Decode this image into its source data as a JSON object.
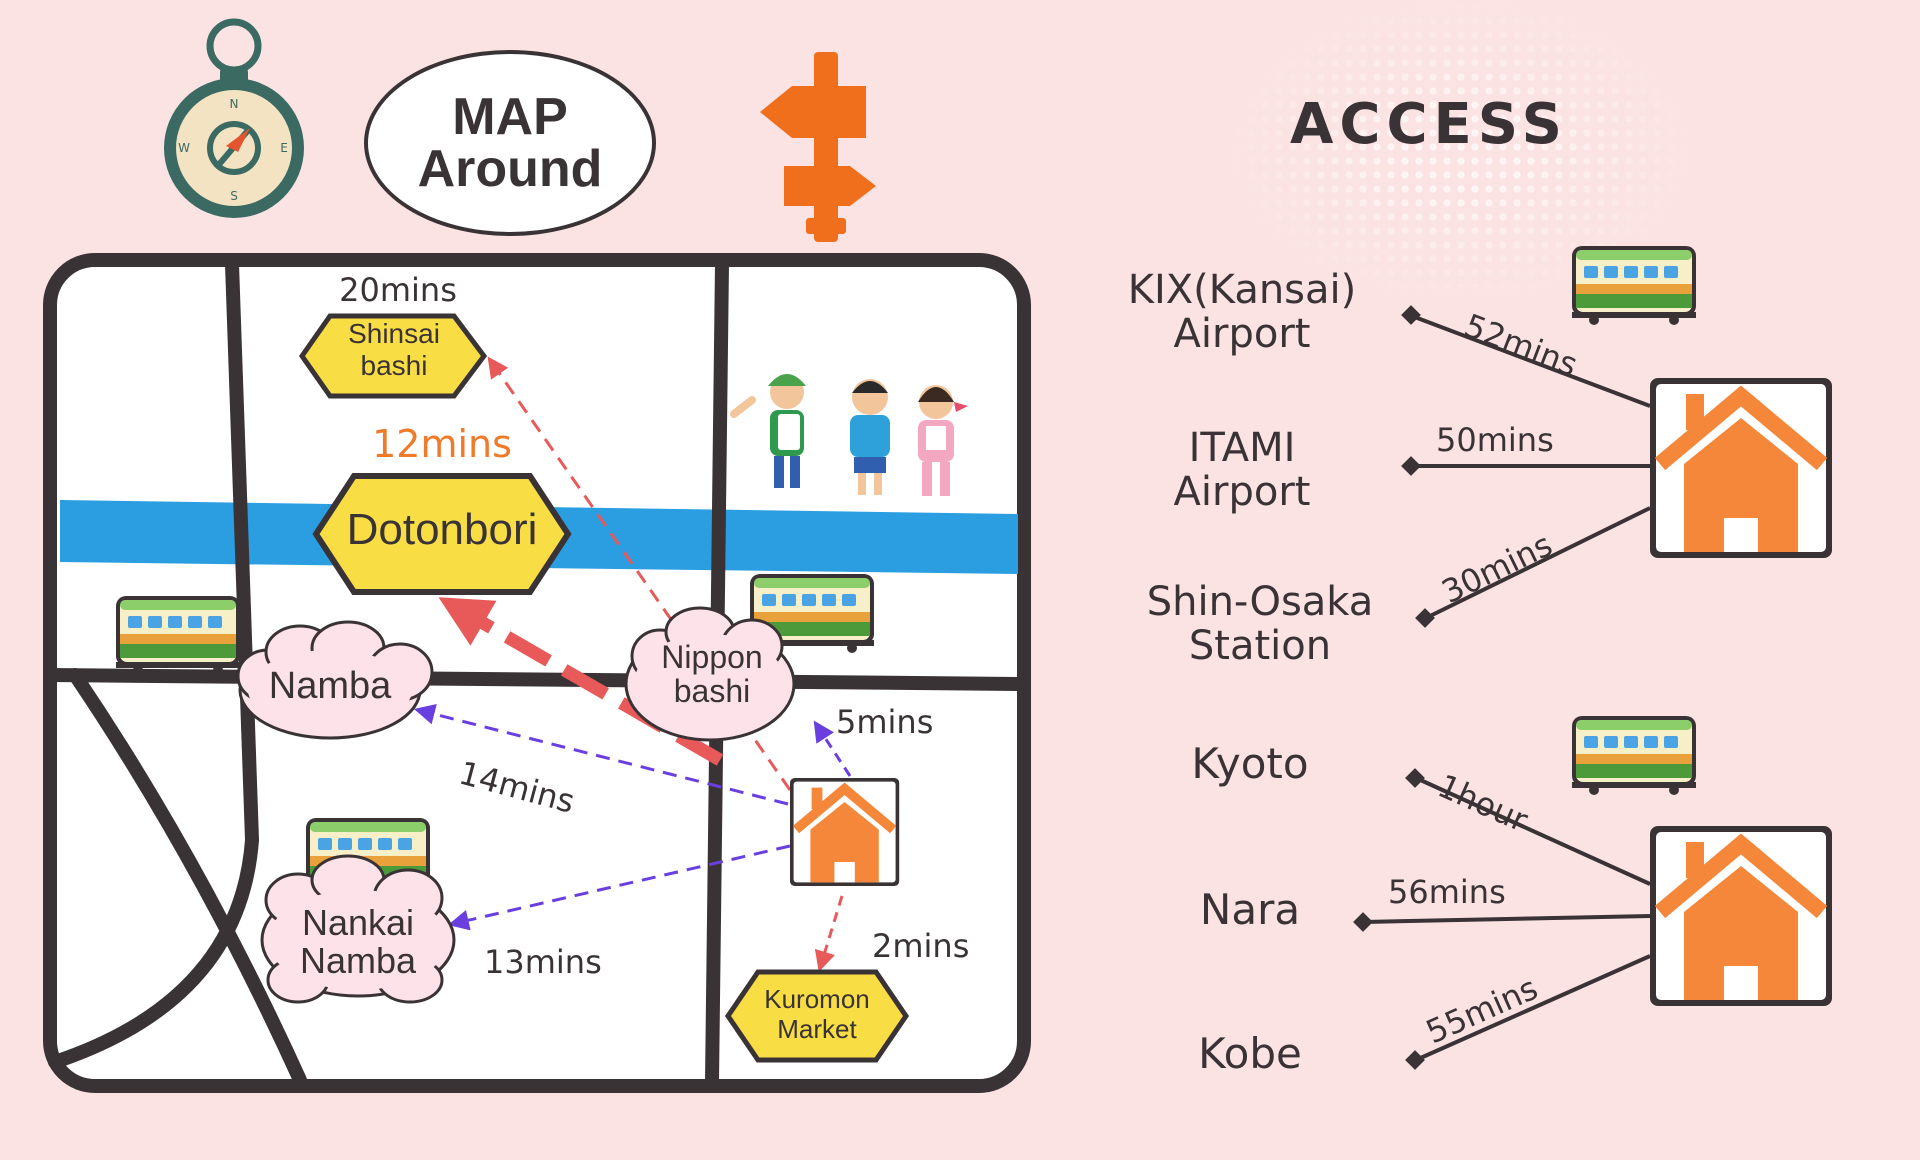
{
  "header": {
    "map_title_line1": "MAP",
    "map_title_line2": "Around",
    "access_title": "ACCESS"
  },
  "map": {
    "places": {
      "shinsaibashi": {
        "line1": "Shinsai",
        "line2": "bashi",
        "time": "20mins"
      },
      "dotonbori": {
        "name": "Dotonbori",
        "time": "12mins"
      },
      "namba": {
        "name": "Namba",
        "time": "14mins"
      },
      "nippon_bashi": {
        "line1": "Nippon",
        "line2": "bashi",
        "time": "5mins"
      },
      "nankai_namba": {
        "line1": "Nankai",
        "line2": "Namba",
        "time": "13mins"
      },
      "kuromon_market": {
        "line1": "Kuromon",
        "line2": "Market",
        "time": "2mins"
      }
    }
  },
  "access": {
    "group1": [
      {
        "line1": "KIX(Kansai)",
        "line2": "Airport",
        "time": "52mins"
      },
      {
        "line1": "ITAMI",
        "line2": "Airport",
        "time": "50mins"
      },
      {
        "line1": "Shin-Osaka",
        "line2": "Station",
        "time": "30mins"
      }
    ],
    "group2": [
      {
        "name": "Kyoto",
        "time": "1hour"
      },
      {
        "name": "Nara",
        "time": "56mins"
      },
      {
        "name": "Kobe",
        "time": "55mins"
      }
    ]
  },
  "icons": [
    "compass-icon",
    "signpost-icon",
    "train-icon",
    "house-icon",
    "children-icon"
  ],
  "colors": {
    "background": "#fbe3e3",
    "road": "#3a3336",
    "river": "#2a9ee0",
    "orange": "#f5873a",
    "signpost": "#ef6f1c",
    "place_sign": "#f9dd45",
    "arrow_red": "#e85a5a",
    "arrow_purple": "#6a3fe0",
    "cloud": "#fde2ea"
  }
}
